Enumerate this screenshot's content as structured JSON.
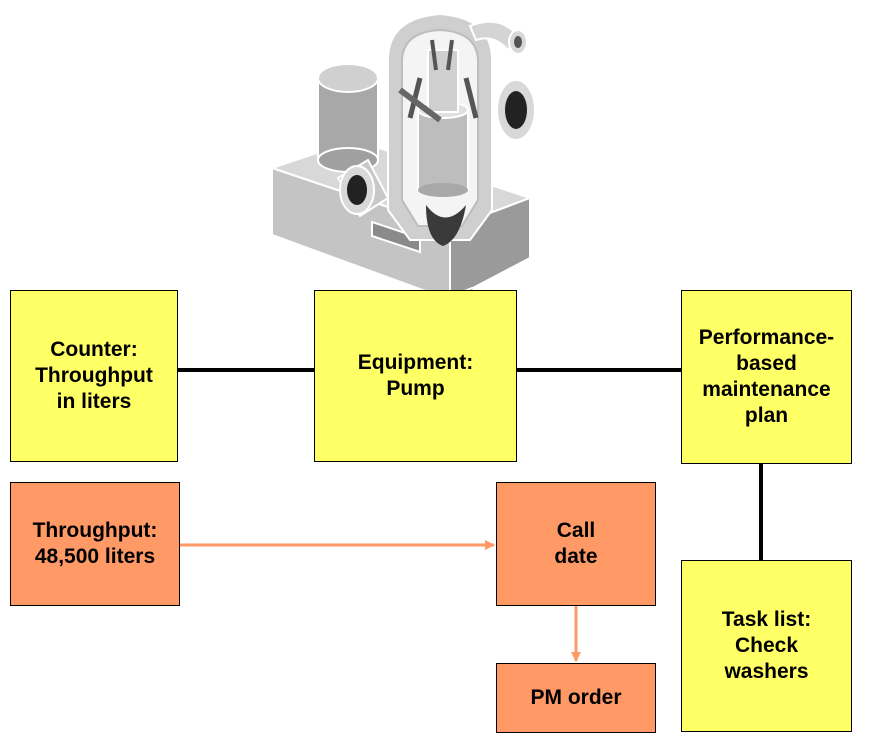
{
  "diagram": {
    "boxes": {
      "counter": "Counter:\nThroughput\nin liters",
      "equipment": "Equipment:\nPump",
      "maintenance_plan": "Performance-\nbased\nmaintenance\nplan",
      "throughput": "Throughput:\n48,500 liters",
      "call_date": "Call\ndate",
      "task_list": "Task list:\nCheck\nwashers",
      "pm_order": "PM order"
    },
    "colors": {
      "object_box": "#ffff66",
      "event_box": "#ff9966",
      "arrow": "#ff9966",
      "connector": "#000000"
    },
    "illustration": "pump-illustration"
  }
}
